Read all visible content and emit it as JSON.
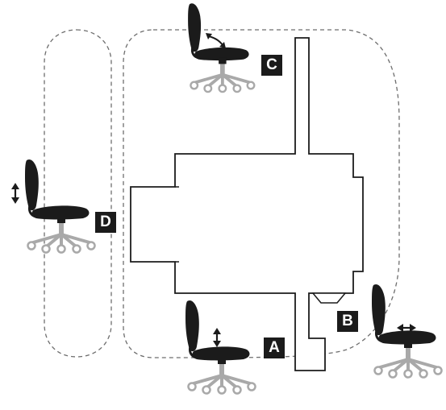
{
  "labels": {
    "a": "A",
    "b": "B",
    "c": "C",
    "d": "D"
  },
  "icons": {
    "chair": "office-chair-icon",
    "height_arrow": "vertical-double-arrow-icon",
    "tilt_arrow": "curved-double-arrow-icon",
    "horizontal_arrow": "horizontal-double-arrow-icon"
  },
  "colors": {
    "chair_body": "#1b1b1b",
    "chair_base": "#a9a9a9",
    "outline": "#1b1b1b",
    "dashed_zone": "#6e6e6e",
    "background": "#ffffff"
  }
}
